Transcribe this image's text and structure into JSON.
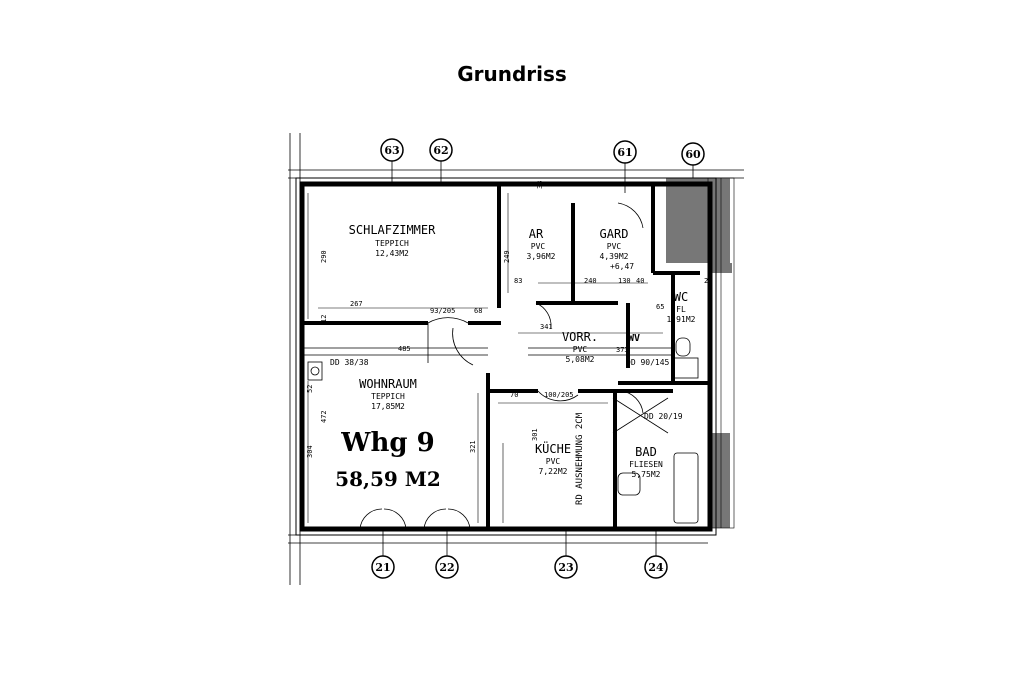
{
  "title": "Grundriss",
  "axes": {
    "top": [
      "63",
      "62",
      "61",
      "60"
    ],
    "bottom": [
      "21",
      "22",
      "23",
      "24"
    ]
  },
  "rooms": {
    "schlafzimmer": {
      "name": "SCHLAFZIMMER",
      "floor": "TEPPICH",
      "area": "12,43M2"
    },
    "ar": {
      "name": "AR",
      "floor": "PVC",
      "area": "3,96M2"
    },
    "gard": {
      "name": "GARD",
      "floor": "PVC",
      "area": "4,39M2"
    },
    "wc": {
      "name": "WC",
      "floor": "FL",
      "area": "1,91M2"
    },
    "vorr": {
      "name": "VORR.",
      "floor": "PVC",
      "area": "5,08M2"
    },
    "wohnraum": {
      "name": "WOHNRAUM",
      "floor": "TEPPICH",
      "area": "17,85M2"
    },
    "kueche": {
      "name": "KÜCHE",
      "floor": "PVC",
      "area": "7,22M2"
    },
    "bad": {
      "name": "BAD",
      "floor": "FLIESEN",
      "area": "5,75M2"
    }
  },
  "unit": {
    "label": "Whg 9",
    "area": "58,59 M2"
  },
  "annotations": {
    "dd_left": "DD 38/38",
    "dd_right": "DD 90/145",
    "dd_bad": "DD 20/19",
    "rd": "RD AUSNEHMUNG 2CM",
    "level": "+6,47",
    "wv": "WV"
  },
  "dimensions": {
    "d290": "290",
    "d267": "267",
    "d485": "485",
    "d472": "472",
    "d304": "304",
    "d249": "249",
    "d341": "341",
    "d373": "373",
    "d321": "321",
    "d301": "301",
    "d83": "83",
    "d240": "240",
    "d130": "130",
    "d40": "40",
    "d68": "68",
    "d38": "38",
    "d93": "93/205",
    "d70": "70",
    "d100": "100/205",
    "d65": "65",
    "d25": "25",
    "d12": "12",
    "d52": "52"
  }
}
